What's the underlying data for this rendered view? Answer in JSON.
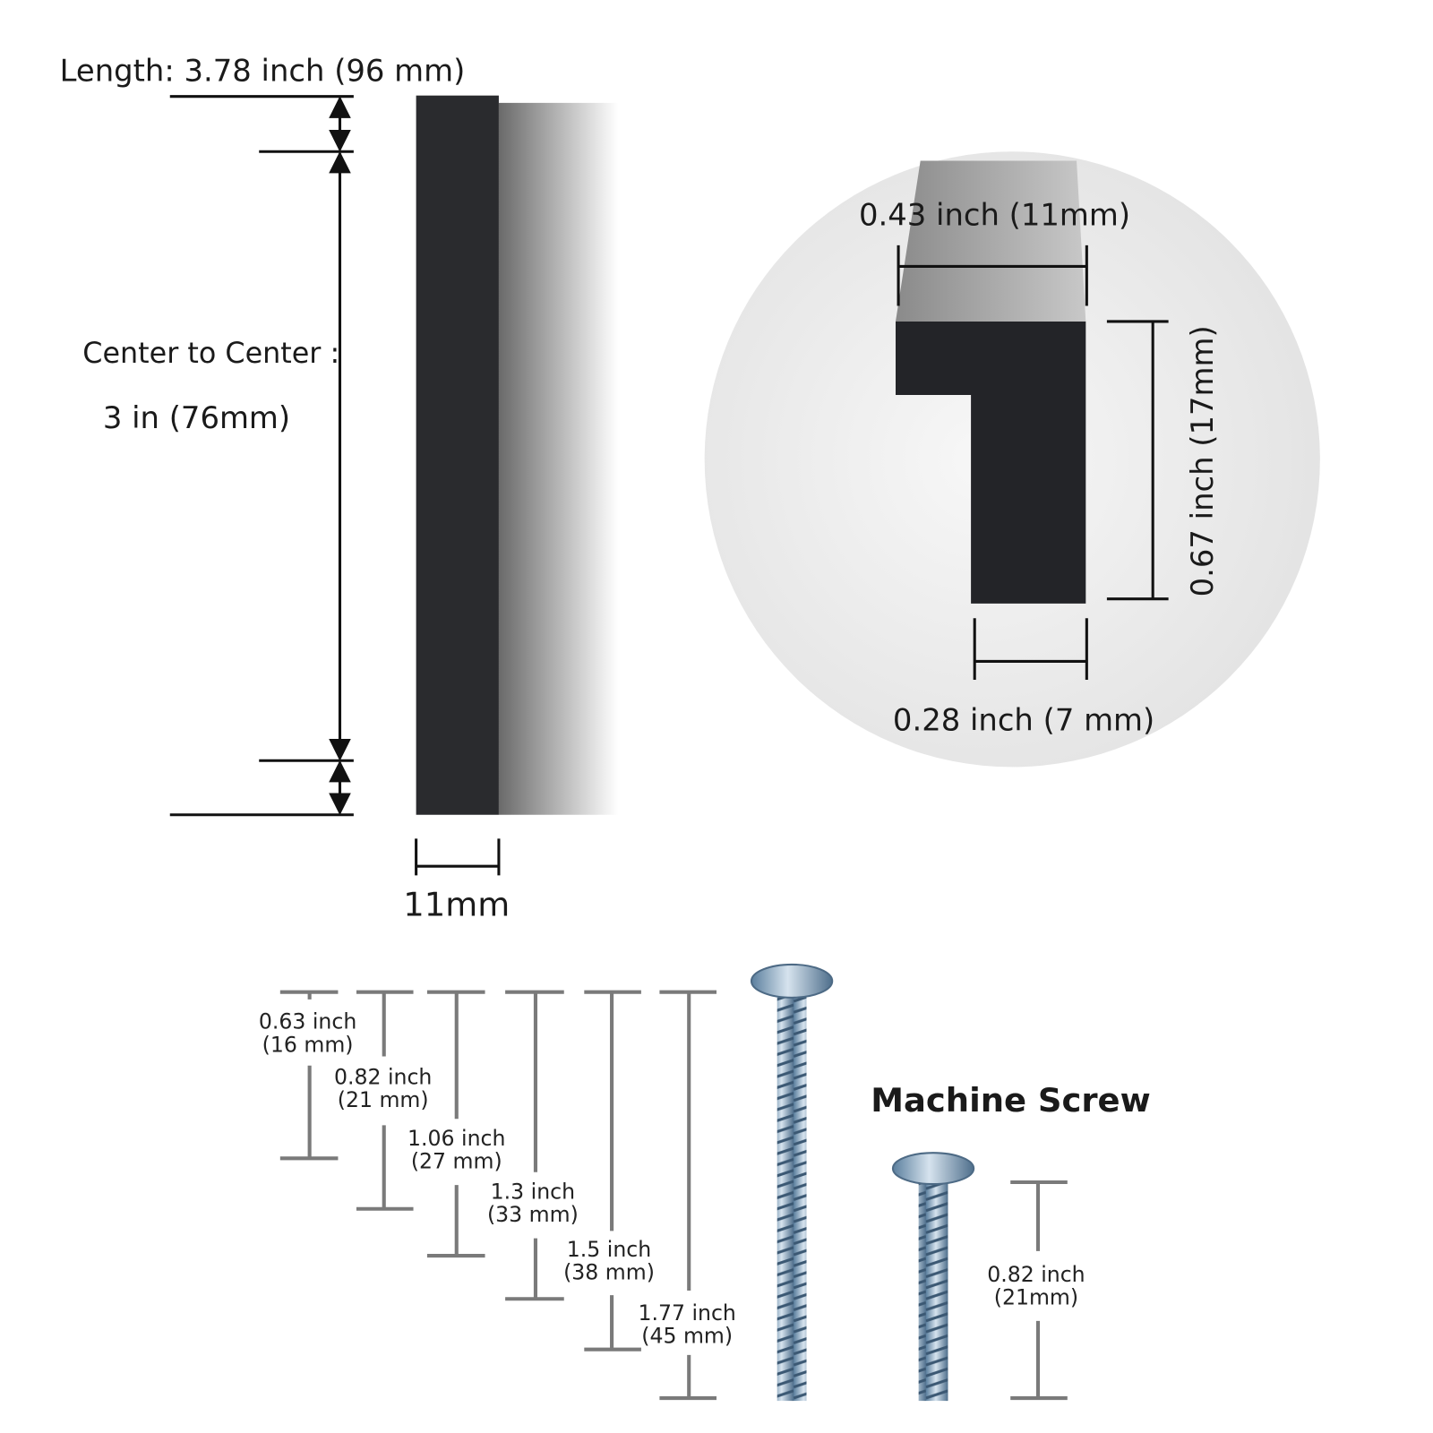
{
  "handle": {
    "length_label": "Length: 3.78 inch (96 mm)",
    "center_label_line1": "Center to Center :",
    "center_label_line2": "3 in (76mm)",
    "width_label": "11mm",
    "bar_color": "#2a2b2e"
  },
  "profile": {
    "width_label": "0.43 inch (11mm)",
    "height_label": "0.67 inch (17mm)",
    "lip_label": "0.28 inch (7 mm)"
  },
  "screws": {
    "title": "Machine Screw",
    "lengths": [
      {
        "inch": "0.63 inch",
        "mm": "(16 mm)"
      },
      {
        "inch": "0.82 inch",
        "mm": "(21 mm)"
      },
      {
        "inch": "1.06 inch",
        "mm": "(27 mm)"
      },
      {
        "inch": "1.3 inch",
        "mm": "(33 mm)"
      },
      {
        "inch": "1.5 inch",
        "mm": "(38 mm)"
      },
      {
        "inch": "1.77 inch",
        "mm": "(45 mm)"
      }
    ],
    "short_screw": {
      "inch": "0.82 inch",
      "mm": "(21mm)"
    }
  }
}
